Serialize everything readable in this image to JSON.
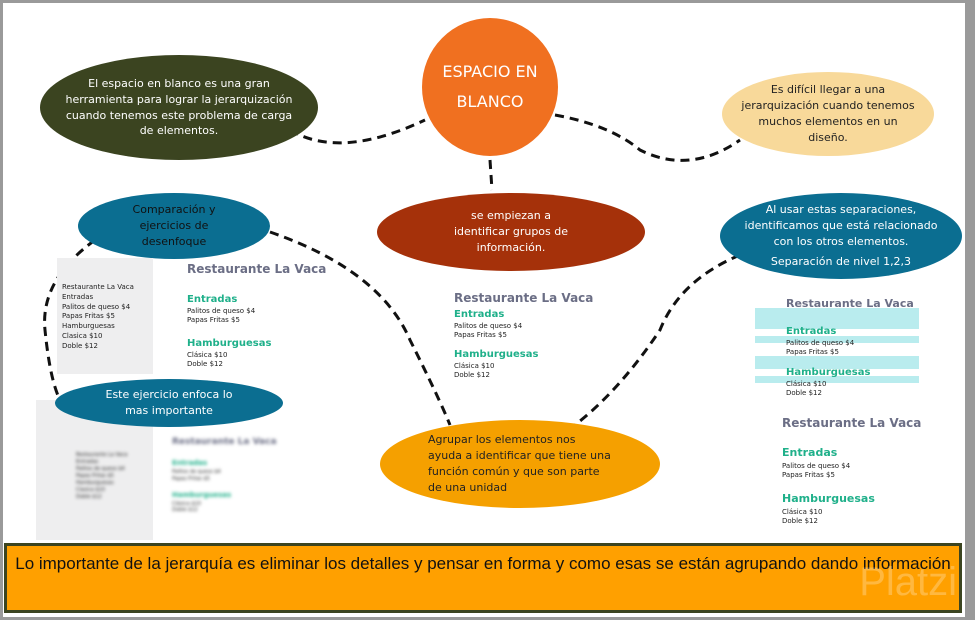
{
  "center": "ESPACIO EN BLANCO",
  "bubbles": {
    "top_left": "El espacio en blanco es una gran herramienta para lograr la jerarquización cuando tenemos este problema de carga de elementos.",
    "top_right": "Es difícil llegar a una jerarquización cuando tenemos muchos elementos en un diseño.",
    "comparacion": "Comparación  y ejercicios de desenfoque",
    "grupos": "se empiezan a identificar grupos de información.",
    "separaciones": "Al usar estas separaciones, identificamos que está relacionado con los otros elementos.",
    "niveles": "Separación de nivel 1,2,3",
    "enfoca": "Este ejercicio  enfoca lo mas importante",
    "agrupar": "Agrupar los elementos nos ayuda a identificar que tiene una función común y que son parte de una unidad"
  },
  "menu": {
    "title": "Restaurante La Vaca",
    "sec1": "Entradas",
    "item1": "Palitos de queso $4",
    "item2": "Papas Fritas $5",
    "sec2": "Hamburguesas",
    "item3": "Clásica $10",
    "item4": "Doble $12",
    "plain_title": "Restaurante La Vaca",
    "plain_item3": "Clasica $10"
  },
  "banner": "Lo importante de la jerarquía es eliminar los detalles y pensar en forma y como esas se están agrupando dando información",
  "watermark": "Platzi",
  "colors": {
    "orange": "#f07020",
    "olive": "#3b4420",
    "blue": "#0b6e91",
    "brown": "#a5310a",
    "gold": "#f5a000",
    "pale": "#f8d99a"
  }
}
